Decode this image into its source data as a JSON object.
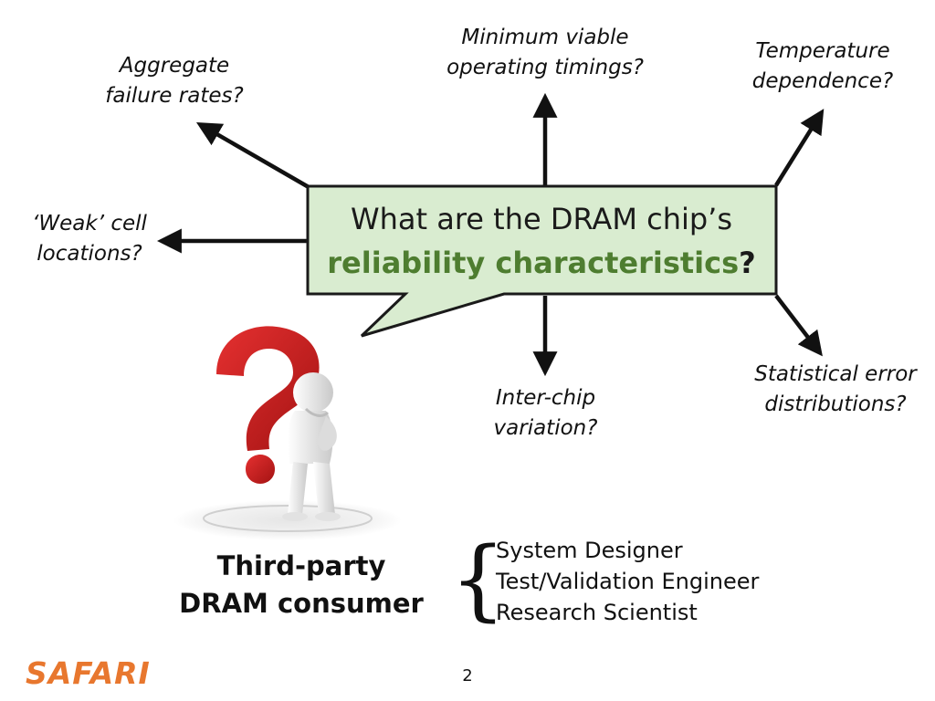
{
  "central_question": {
    "line1": "What are the DRAM chip’s",
    "line2_highlight": "reliability characteristics",
    "line2_suffix": "?"
  },
  "questions": {
    "top_left": [
      "Aggregate",
      "failure rates?"
    ],
    "top_center": [
      "Minimum viable",
      "operating timings?"
    ],
    "top_right": [
      "Temperature",
      "dependence?"
    ],
    "left": [
      "‘Weak’ cell",
      "locations?"
    ],
    "bottom_center": [
      "Inter-chip",
      "variation?"
    ],
    "bottom_right": [
      "Statistical error",
      "distributions?"
    ]
  },
  "consumer": {
    "line1": "Third-party",
    "line2": "DRAM consumer"
  },
  "roles": [
    "System Designer",
    "Test/Validation Engineer",
    "Research Scientist"
  ],
  "brace": "{",
  "footer": {
    "logo": "SAFARI",
    "page_number": "2"
  },
  "colors": {
    "bubble_fill": "#d9ecd0",
    "highlight": "#4e7d30",
    "logo": "#e8772e",
    "question_mark": "#c81e1e"
  },
  "illustration": "person-with-question-mark-figure"
}
